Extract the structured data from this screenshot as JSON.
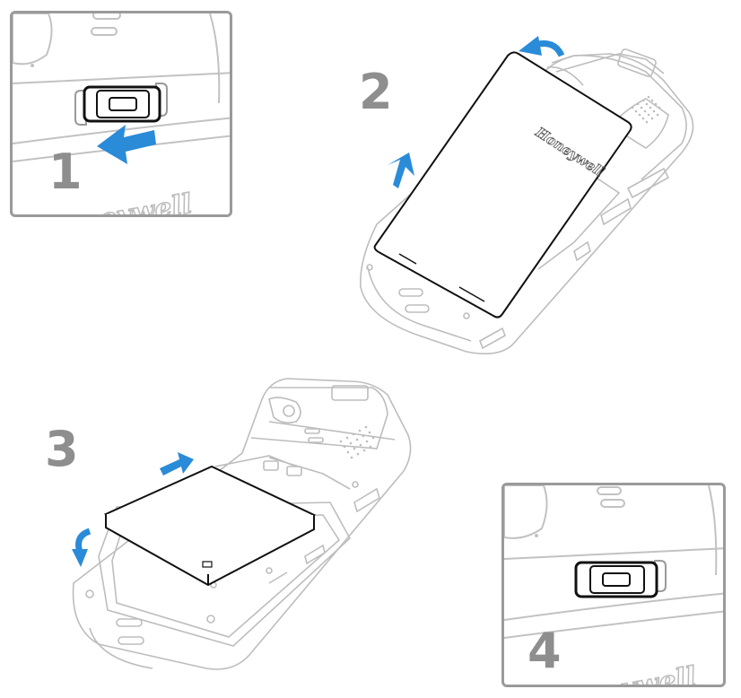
{
  "steps": [
    {
      "number": "1"
    },
    {
      "number": "2"
    },
    {
      "number": "3"
    },
    {
      "number": "4"
    }
  ],
  "brand_text": "Honeywell",
  "brand_text_cropped": "eywell",
  "colors": {
    "arrow": "#2a8bd8",
    "outline": "#1a1a1a",
    "faint_outline": "#bdbdbd",
    "step_number": "#8e8e8e",
    "panel_border": "#9a9a9a"
  },
  "icons": [
    "arrow-left-icon",
    "arrow-up-right-icon",
    "rotate-arrow-icon"
  ]
}
